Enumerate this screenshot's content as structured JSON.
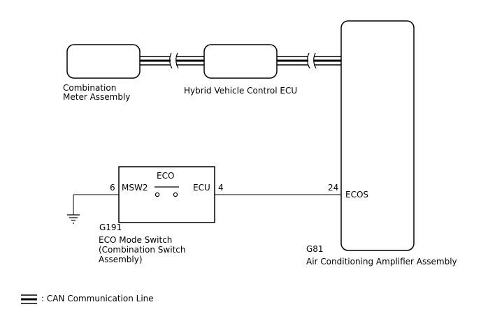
{
  "components": {
    "combination_meter": {
      "label_line1": "Combination",
      "label_line2": "Meter Assembly"
    },
    "hybrid_ecu": {
      "label": "Hybrid Vehicle Control ECU"
    },
    "ac_amplifier": {
      "connector": "G81",
      "label": "Air Conditioning Amplifier Assembly",
      "pin_number": "24",
      "pin_name": "ECOS"
    },
    "eco_switch": {
      "connector": "G191",
      "label_line1": "ECO Mode Switch",
      "label_line2": "(Combination Switch",
      "label_line3": "Assembly)",
      "switch_label": "ECO",
      "left_pin_number": "6",
      "left_pin_name": "MSW2",
      "right_pin_number": "4",
      "right_pin_name": "ECU"
    }
  },
  "legend": {
    "text": ": CAN Communication Line"
  },
  "colors": {
    "line": "#000000",
    "background": "#ffffff"
  }
}
